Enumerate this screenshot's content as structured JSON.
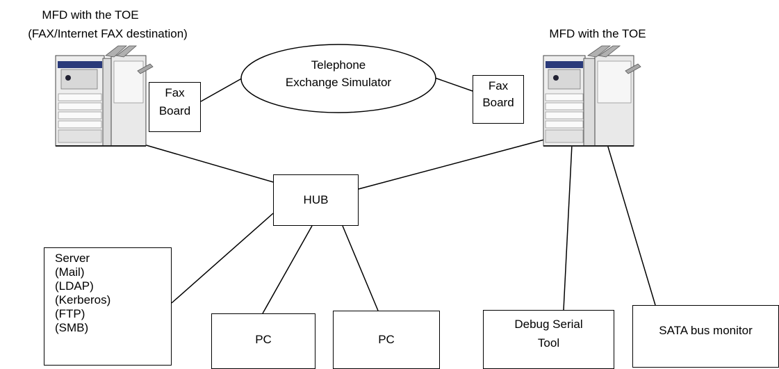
{
  "mfd_left": {
    "label_line1": "MFD with the TOE",
    "label_line2": "(FAX/Internet FAX destination)",
    "fax_line1": "Fax",
    "fax_line2": "Board"
  },
  "mfd_right": {
    "label": "MFD with the TOE",
    "fax_line1": "Fax",
    "fax_line2": "Board"
  },
  "telephone": {
    "line1": "Telephone",
    "line2": "Exchange Simulator"
  },
  "hub": {
    "label": "HUB"
  },
  "server": {
    "lines": [
      "Server",
      "(Mail)",
      "(LDAP)",
      "(Kerberos)",
      "(FTP)",
      "(SMB)"
    ]
  },
  "pc1": {
    "label": "PC"
  },
  "pc2": {
    "label": "PC"
  },
  "debug": {
    "line1": "Debug Serial",
    "line2": "Tool"
  },
  "sata": {
    "label": "SATA bus monitor"
  }
}
